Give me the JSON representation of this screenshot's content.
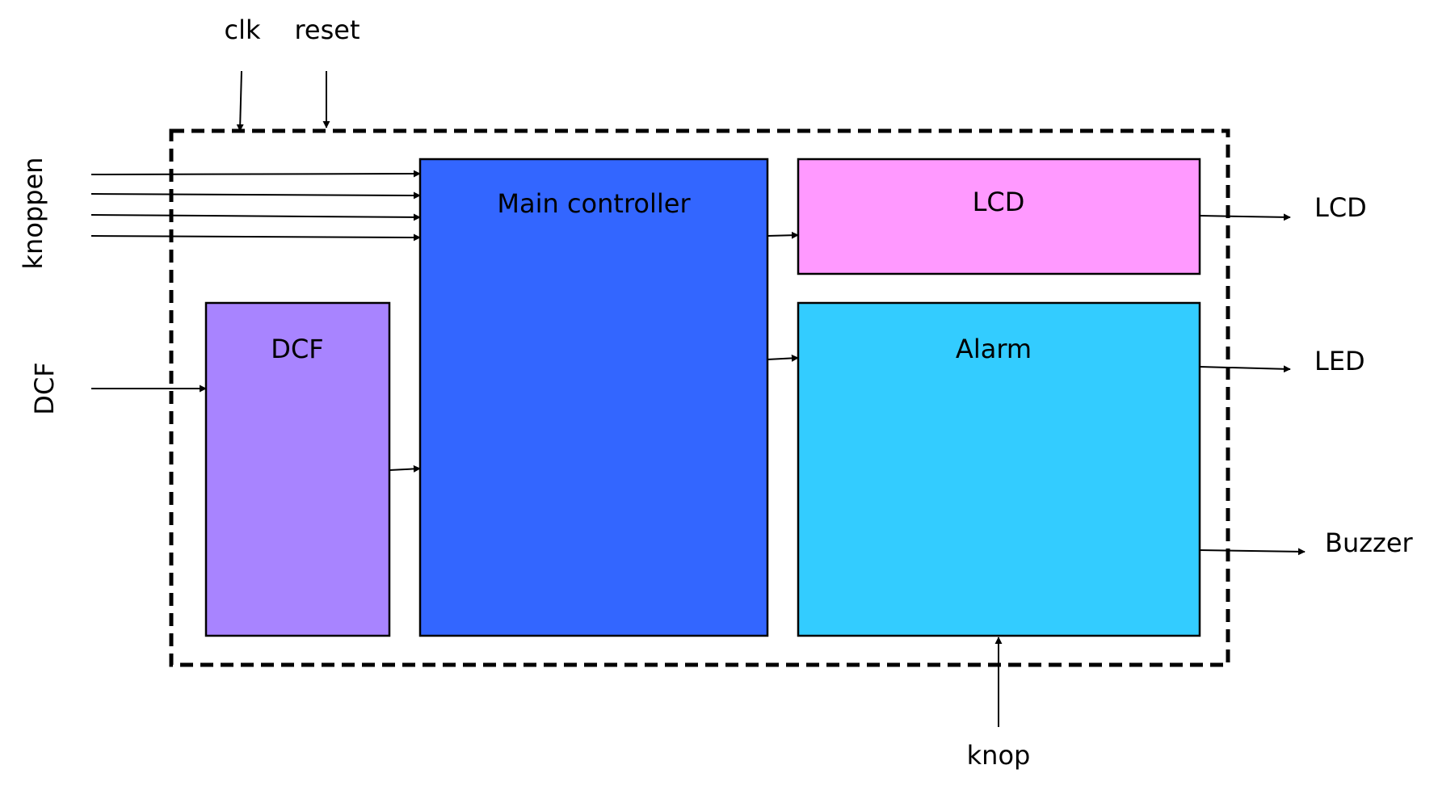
{
  "inputs": {
    "clk": "clk",
    "reset": "reset",
    "knoppen": "knoppen",
    "dcf": "DCF",
    "knop": "knop"
  },
  "outputs": {
    "lcd": "LCD",
    "led": "LED",
    "buzzer": "Buzzer"
  },
  "blocks": {
    "dcf": {
      "title": "DCF",
      "color": "#A884FF"
    },
    "main_controller": {
      "title": "Main controller",
      "color": "#3366FF"
    },
    "lcd": {
      "title": "LCD",
      "color": "#FF99FF"
    },
    "alarm": {
      "title": "Alarm",
      "color": "#33CCFF"
    }
  }
}
